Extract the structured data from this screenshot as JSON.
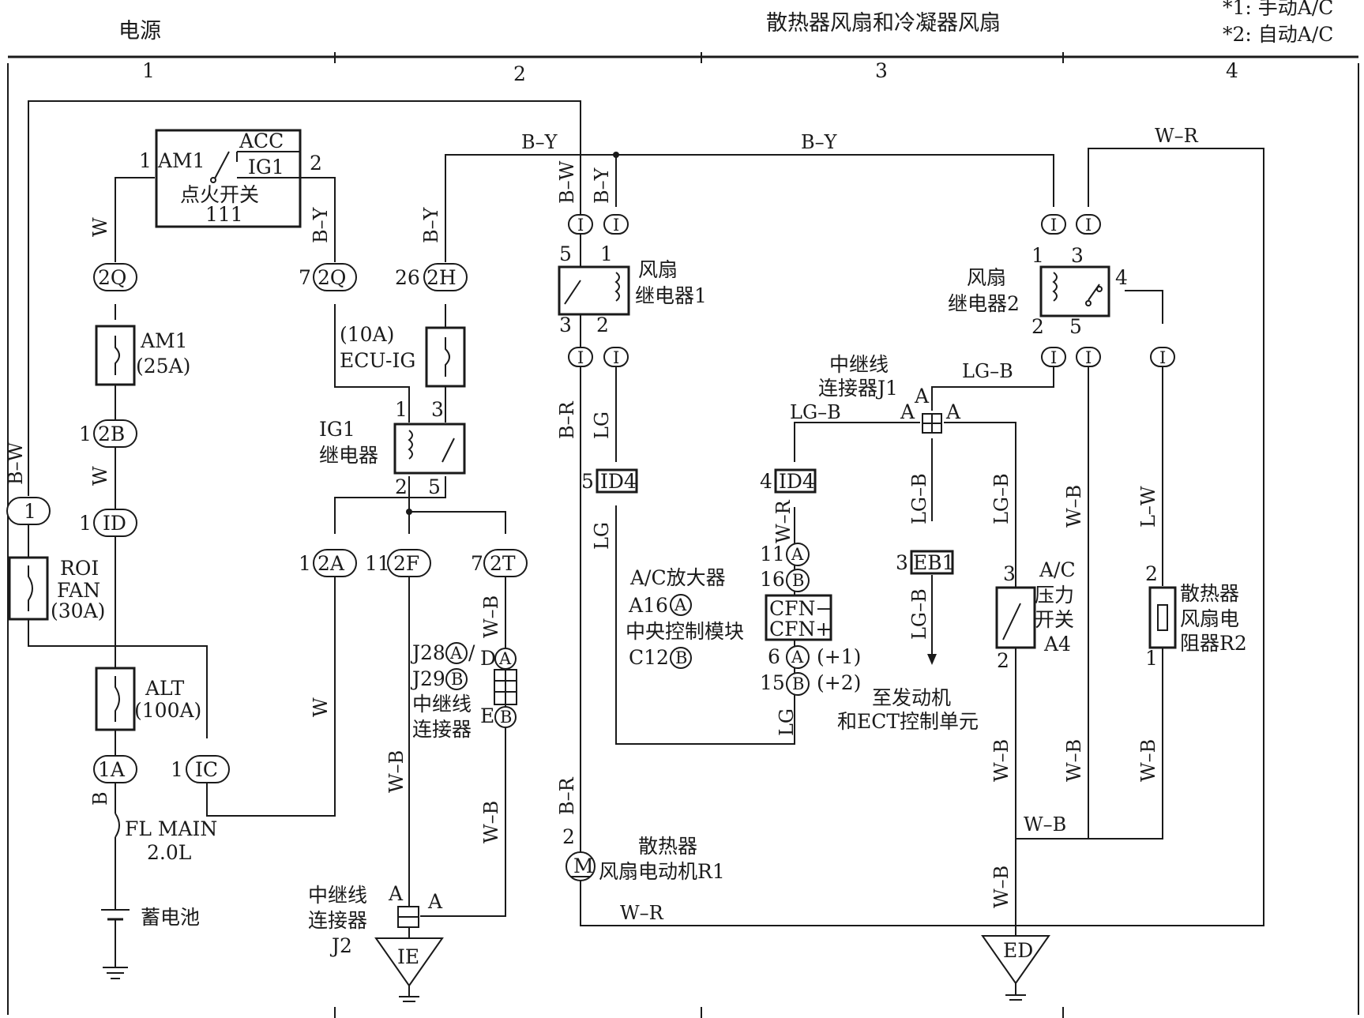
{
  "header": {
    "left_title": "电源",
    "right_title": "散热器风扇和冷凝器风扇",
    "note1": "*1: 手动A/C",
    "note2": "*2: 自动A/C",
    "col1": "1",
    "col2": "2",
    "col3": "3",
    "col4": "4"
  },
  "ignition": {
    "acc": "ACC",
    "am1": "AM1",
    "ig1": "IG1",
    "name": "点火开关",
    "code": "111",
    "pin_left": "1",
    "pin_right": "2"
  },
  "fuses": {
    "am1_name": "AM1",
    "am1_rating": "(25A)",
    "ecu_rating": "(10A)",
    "ecu_name": "ECU-IG",
    "roi1": "ROI",
    "roi2": "FAN",
    "roi3": "(30A)",
    "alt_name": "ALT",
    "alt_rating": "(100A)",
    "flmain": "FL MAIN",
    "flsize": "2.0L",
    "battery": "蓄电池"
  },
  "connectors": {
    "c2Q": "2Q",
    "c2H": "2H",
    "c2B": "2B",
    "cID": "ID",
    "c1": "1",
    "c1A": "1A",
    "cIC": "IC",
    "c2A": "2A",
    "c2F": "2F",
    "c2T": "2T",
    "cID4": "ID4",
    "cEB1": "EB1",
    "cI": "I"
  },
  "pins": {
    "p1": "1",
    "p2": "2",
    "p3": "3",
    "p4": "4",
    "p5": "5",
    "p7": "7",
    "p11": "11",
    "p15": "15",
    "p16": "16",
    "p26": "26",
    "p6": "6"
  },
  "wires": {
    "W": "W",
    "BY": "B–Y",
    "BW": "B–W",
    "B": "B",
    "BR": "B–R",
    "LG": "LG",
    "LGB": "LG–B",
    "WR": "W–R",
    "WB": "W–B",
    "LW": "L–W"
  },
  "ig1_relay": {
    "line1": "IG1",
    "line2": "继电器"
  },
  "fan_relay1": {
    "line1": "风扇",
    "line2": "继电器1"
  },
  "fan_relay2": {
    "line1": "风扇",
    "line2": "继电器2"
  },
  "jc_j1": {
    "line1": "中继线",
    "line2": "连接器J1",
    "pinA": "A"
  },
  "jc_j28": {
    "line1": "J28",
    "line2": "J29",
    "line3": "中继线",
    "line4": "连接器",
    "sep": "/",
    "pinD": "D",
    "pinE": "E"
  },
  "jc_j2": {
    "line1": "中继线",
    "line2": "连接器",
    "line3": "J2",
    "pinA": "A"
  },
  "ac_amp": {
    "line1": "A/C放大器",
    "line2": "A16",
    "line3": "中央控制模块",
    "line4": "C12",
    "cfn_minus": "CFN−",
    "cfn_plus": "CFN+",
    "plus1": "(+1)",
    "plus2": "(+2)"
  },
  "ecm_note": {
    "line1": "至发动机",
    "line2": "和ECT控制单元"
  },
  "pressure_switch": {
    "line1": "A/C",
    "line2": "压力",
    "line3": "开关",
    "line4": "A4"
  },
  "resistor": {
    "line1": "散热器",
    "line2": "风扇电",
    "line3": "阻器R2"
  },
  "motor": {
    "symbol": "M",
    "line1": "散热器",
    "line2": "风扇电动机R1"
  },
  "grounds": {
    "IE": "IE",
    "ED": "ED"
  },
  "circle_letters": {
    "A": "A",
    "B": "B"
  }
}
